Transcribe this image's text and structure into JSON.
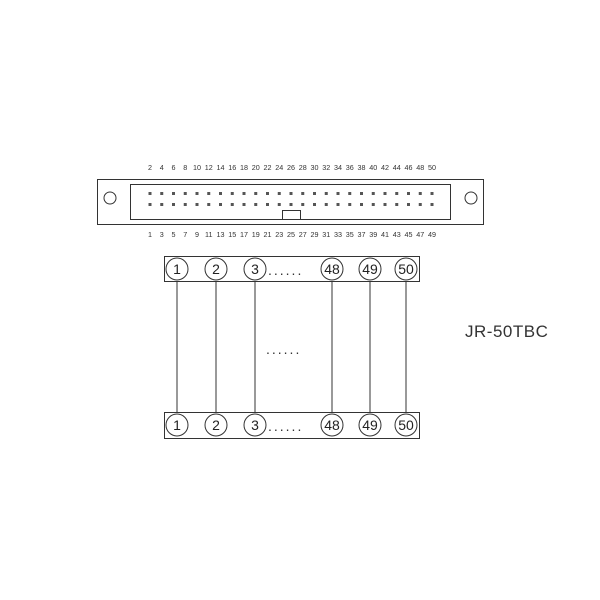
{
  "model_label": "JR-50TBC",
  "connector": {
    "top_pin_labels": [
      "2",
      "4",
      "6",
      "8",
      "10",
      "12",
      "14",
      "16",
      "18",
      "20",
      "22",
      "24",
      "26",
      "28",
      "30",
      "32",
      "34",
      "36",
      "38",
      "40",
      "42",
      "44",
      "46",
      "48",
      "50"
    ],
    "bottom_pin_labels": [
      "1",
      "3",
      "5",
      "7",
      "9",
      "11",
      "13",
      "15",
      "17",
      "19",
      "21",
      "23",
      "25",
      "27",
      "29",
      "31",
      "33",
      "35",
      "37",
      "39",
      "41",
      "43",
      "45",
      "47",
      "49"
    ],
    "pin_rows": 2,
    "pins_per_row": 25
  },
  "terminal_block_top": {
    "terminals": [
      "1",
      "2",
      "3",
      "48",
      "49",
      "50"
    ],
    "ellipsis": "......"
  },
  "terminal_block_bottom": {
    "terminals": [
      "1",
      "2",
      "3",
      "48",
      "49",
      "50"
    ],
    "ellipsis": "......"
  },
  "middle_ellipsis": "......",
  "colors": {
    "line": "#333333",
    "background": "#ffffff"
  }
}
